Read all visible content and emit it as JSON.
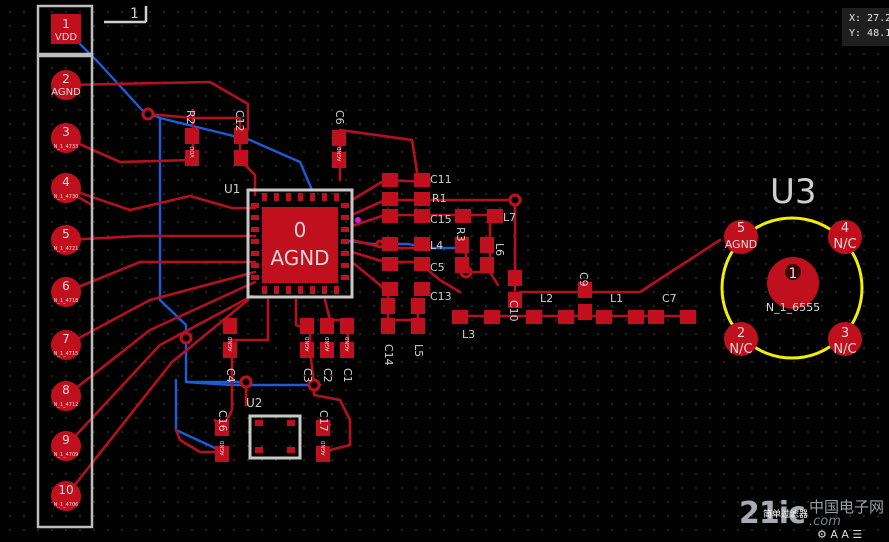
{
  "view": {
    "title": "PCB layout editor",
    "coordinate_readout": {
      "x": "X: 27.20",
      "y": "Y: 48.10"
    }
  },
  "colors": {
    "background": "#000000",
    "top_copper": "#c0101e",
    "bottom_copper": "#1e5bd6",
    "silkscreen": "#c8c8c8",
    "selection": "#ffff00"
  },
  "connector": {
    "pins": [
      {
        "num": "1",
        "net": "VDD"
      },
      {
        "num": "2",
        "net": "AGND"
      },
      {
        "num": "3",
        "net": "N_1_4733"
      },
      {
        "num": "4",
        "net": "N_1_4730"
      },
      {
        "num": "5",
        "net": "N_1_4721"
      },
      {
        "num": "6",
        "net": "N_1_4718"
      },
      {
        "num": "7",
        "net": "N_1_4715"
      },
      {
        "num": "8",
        "net": "N_1_4712"
      },
      {
        "num": "9",
        "net": "N_1_4709"
      },
      {
        "num": "10",
        "net": "N_1_4706"
      }
    ],
    "mark": "1"
  },
  "u1": {
    "ref": "U1",
    "pad_num": "0",
    "pad_net": "AGND"
  },
  "u2": {
    "ref": "U2"
  },
  "u3": {
    "ref": "U3",
    "pads": [
      {
        "num": "1",
        "net": "N_1_6555"
      },
      {
        "num": "2",
        "net": "N/C"
      },
      {
        "num": "3",
        "net": "N/C"
      },
      {
        "num": "4",
        "net": "N/C"
      },
      {
        "num": "5",
        "net": "AGND"
      }
    ]
  },
  "components": {
    "R2": "R2",
    "C12": "C12",
    "C6": "C6",
    "C11": "C11",
    "R1": "R1",
    "C15": "C15",
    "L7": "L7",
    "L4": "L4",
    "R3": "R3",
    "L6": "L6",
    "C5": "C5",
    "C10": "C10",
    "C9": "C9",
    "C13": "C13",
    "L3": "L3",
    "L2": "L2",
    "L1": "L1",
    "C7": "C7",
    "C14": "C14",
    "L5": "L5",
    "C4": "C4",
    "C3": "C3",
    "C2": "C2",
    "C1": "C1",
    "C16": "C16",
    "C17": "C17"
  },
  "pad_nets": {
    "vdd": "VDD",
    "agnd": "AGND"
  },
  "watermark": {
    "logo": "21ic",
    "cn": "中国电子网",
    "com": ".com",
    "caption": "简单过滤器",
    "icons": "⚙ A A ☰"
  }
}
